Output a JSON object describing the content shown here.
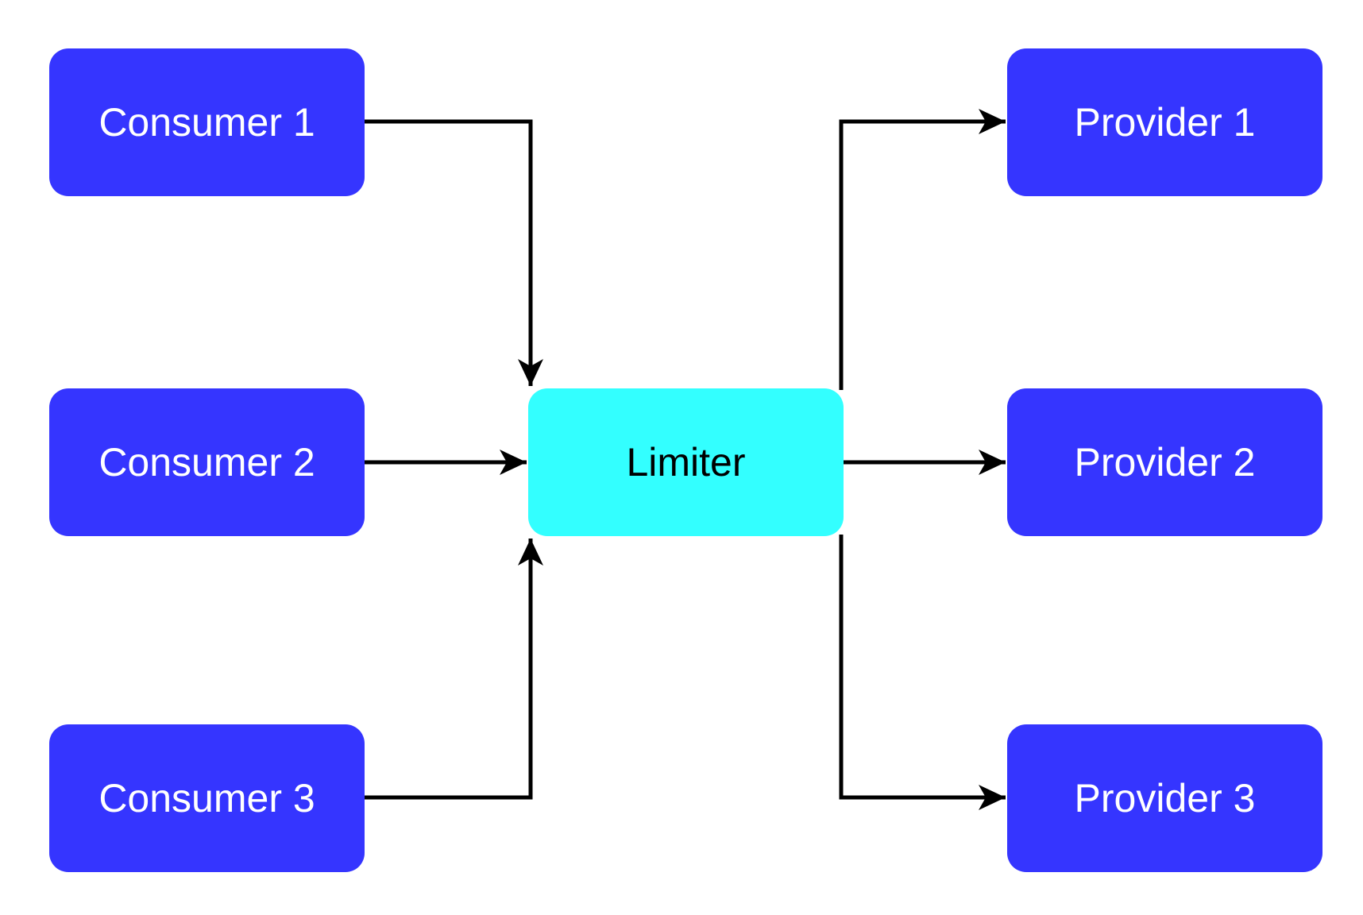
{
  "nodes": {
    "consumer_1": "Consumer 1",
    "consumer_2": "Consumer 2",
    "consumer_3": "Consumer 3",
    "limiter": "Limiter",
    "provider_1": "Provider 1",
    "provider_2": "Provider 2",
    "provider_3": "Provider 3"
  },
  "edges": [
    {
      "from": "Consumer 1",
      "to": "Limiter"
    },
    {
      "from": "Consumer 2",
      "to": "Limiter"
    },
    {
      "from": "Consumer 3",
      "to": "Limiter"
    },
    {
      "from": "Limiter",
      "to": "Provider 1"
    },
    {
      "from": "Limiter",
      "to": "Provider 2"
    },
    {
      "from": "Limiter",
      "to": "Provider 3"
    }
  ],
  "colors": {
    "node_fill": "#3535ff",
    "limiter_fill": "#33ffff",
    "node_text": "#ffffff",
    "limiter_text": "#000000",
    "connector": "#000000"
  }
}
